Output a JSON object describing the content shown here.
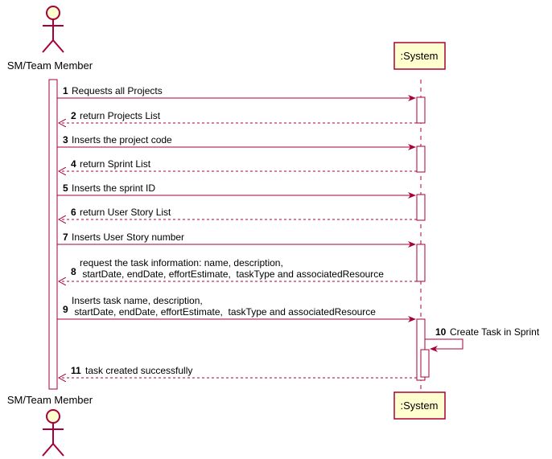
{
  "participants": {
    "actor": {
      "label": "SM/Team Member",
      "icon": "actor-stick-figure-icon"
    },
    "system": {
      "label": ":System"
    }
  },
  "messages": [
    {
      "num": "1",
      "lines": [
        "Requests all Projects"
      ],
      "dir": "request"
    },
    {
      "num": "2",
      "lines": [
        "return Projects List"
      ],
      "dir": "return"
    },
    {
      "num": "3",
      "lines": [
        "Inserts the project code"
      ],
      "dir": "request"
    },
    {
      "num": "4",
      "lines": [
        "return Sprint List"
      ],
      "dir": "return"
    },
    {
      "num": "5",
      "lines": [
        "Inserts the sprint ID"
      ],
      "dir": "request"
    },
    {
      "num": "6",
      "lines": [
        "return User Story List"
      ],
      "dir": "return"
    },
    {
      "num": "7",
      "lines": [
        "Inserts User Story number"
      ],
      "dir": "request"
    },
    {
      "num": "8",
      "lines": [
        "request the task information: name, description,",
        " startDate, endDate, effortEstimate,  taskType and associatedResource"
      ],
      "dir": "return"
    },
    {
      "num": "9",
      "lines": [
        "Inserts task name, description,",
        " startDate, endDate, effortEstimate,  taskType and associatedResource"
      ],
      "dir": "request"
    },
    {
      "num": "10",
      "lines": [
        "Create Task in Sprint"
      ],
      "dir": "self"
    },
    {
      "num": "11",
      "lines": [
        "task created successfully"
      ],
      "dir": "return"
    }
  ],
  "colors": {
    "arrow": "#A80036",
    "actor_fill": "#FEFECE",
    "participant_fill": "#FEFECE",
    "participant_border": "#A80036",
    "lifeline": "#A80036",
    "text": "#000000"
  }
}
